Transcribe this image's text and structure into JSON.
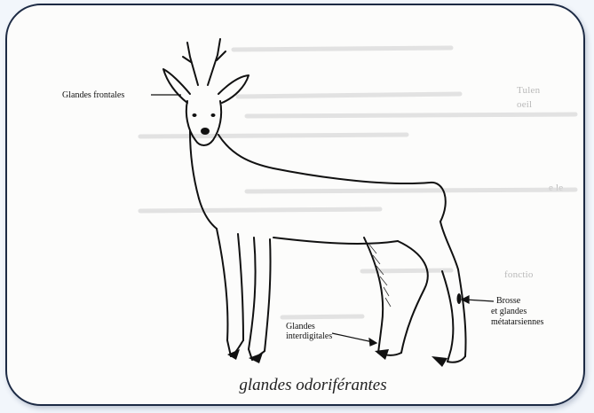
{
  "diagram": {
    "caption": "glandes odoriférantes",
    "labels": {
      "frontal": "Glandes frontales",
      "interdigital_1": "Glandes",
      "interdigital_2": "interdigitales",
      "metatarsal_1": "Brosse",
      "metatarsal_2": "et glandes",
      "metatarsal_3": "métatarsiennes"
    },
    "bleed_through": {
      "left_1": "Tulen",
      "left_2": "oeil",
      "left_3": "e le",
      "left_4": "fonctio"
    },
    "colors": {
      "frame_border": "#1c2a44",
      "paper": "#fcfcfb",
      "ink": "#111111"
    }
  }
}
